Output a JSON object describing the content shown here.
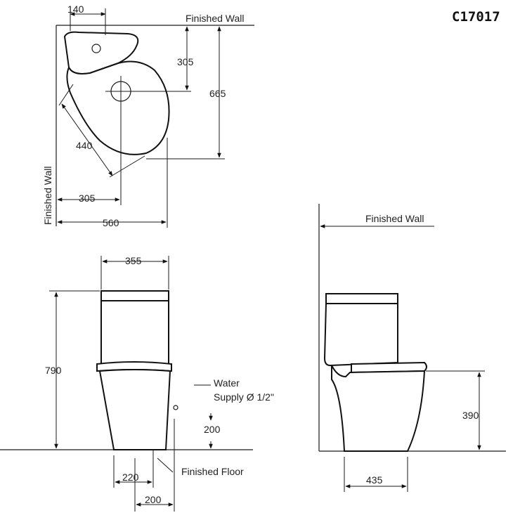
{
  "model_code": "C17017",
  "labels": {
    "finished_wall_top": "Finished Wall",
    "finished_wall_side": "Finished Wall",
    "finished_wall_right": "Finished Wall",
    "finished_floor": "Finished Floor",
    "water_supply_line1": "Water",
    "water_supply_line2": "Supply Ø 1/2\""
  },
  "dimensions": {
    "plan_tank_offset": "140",
    "plan_outlet_depth": "305",
    "plan_total_depth": "665",
    "plan_diagonal": "440",
    "plan_outlet_side": "305",
    "plan_width": "560",
    "front_tank_width": "355",
    "front_height": "790",
    "front_supply_height": "200",
    "front_base_width": "220",
    "front_supply_offset": "200",
    "side_seat_height": "390",
    "side_base_depth": "435"
  }
}
